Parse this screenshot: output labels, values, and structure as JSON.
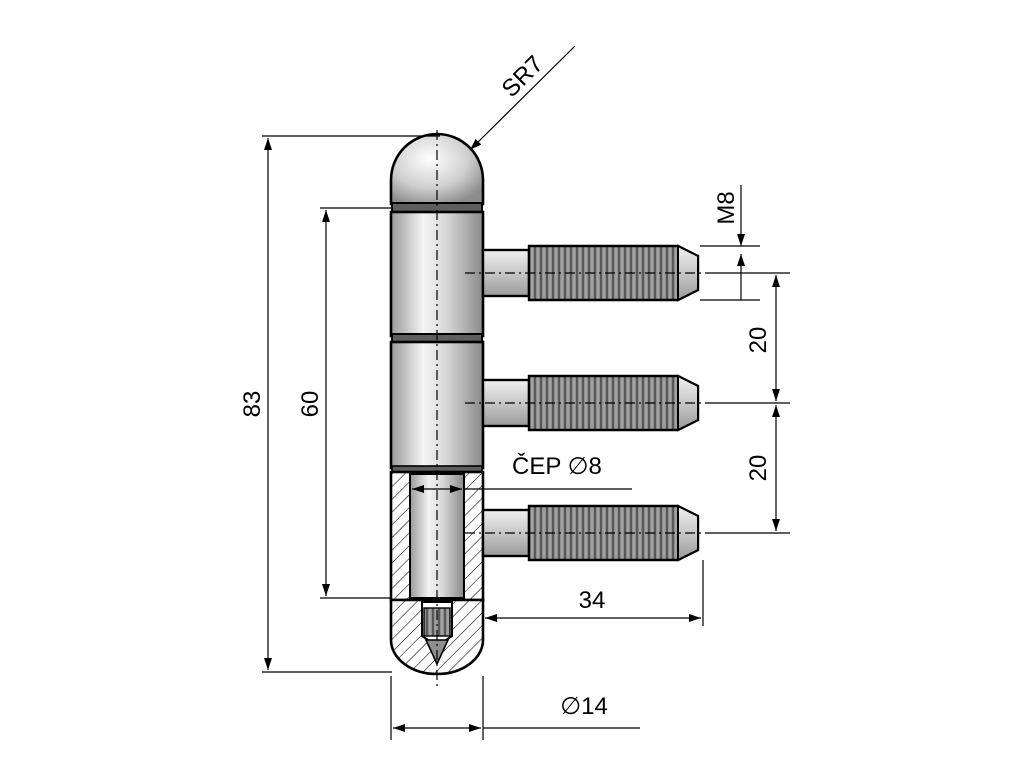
{
  "labels": {
    "sphere_radius": "SR7",
    "thread": "M8",
    "pitch_upper": "20",
    "pitch_lower": "20",
    "overall_height": "83",
    "body_height": "60",
    "pin": "ČEP ∅8",
    "pin_length": "34",
    "diameter": "∅14"
  },
  "colors": {
    "line": "#000000",
    "metal_dark": "#8a8a8a",
    "metal_light": "#f2f2f2",
    "thread": "#6f6f6f",
    "hatch": "#000000"
  }
}
